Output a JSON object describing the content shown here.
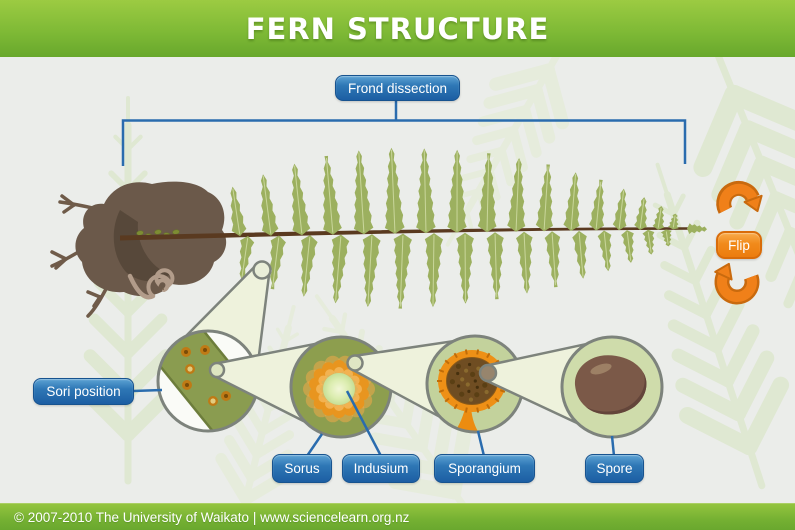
{
  "header": {
    "title": "FERN STRUCTURE"
  },
  "callouts": {
    "frond_dissection": "Frond dissection",
    "sori_position": "Sori position",
    "sorus": "Sorus",
    "indusium": "Indusium",
    "sporangium": "Sporangium",
    "spore": "Spore"
  },
  "controls": {
    "flip": "Flip"
  },
  "footer": {
    "credit": "© 2007-2010 The University of Waikato | www.sciencelearn.org.nz"
  },
  "colors": {
    "header_green_top": "#9ccb42",
    "header_green_bottom": "#68a82c",
    "content_bg": "#ebedea",
    "watermark_green": "#dfe8d2",
    "watermark_green_light": "#e6ecdc",
    "label_blue": "#2e77b5",
    "label_blue_border": "#17538f",
    "line_blue": "#2a6cae",
    "flip_orange": "#f08019",
    "flip_orange_dark": "#c96a0e",
    "frond_green": "#9cb05f",
    "frond_vein": "#c9d69b",
    "rachis_brown": "#5a3a20",
    "rhizome_brown": "#6b594a",
    "rhizome_dark": "#544537",
    "root_brown": "#6f5b49",
    "fiddlehead_beige": "#b29c8a",
    "bud_green": "#7e8c34",
    "circle_stroke": "#7d837c",
    "cone_fill": "#eef2dc",
    "circle1_fill": "#fafbf7",
    "circle2_fill": "#8d9e4e",
    "circle3_fill": "#c3d29c",
    "circle4_fill": "#cfdcab",
    "pinnule_band": "#8a9c50",
    "sorus_dot_orange": "#bf7a15",
    "sorus_ring_orange": "#e8951f",
    "sporangium_orange": "#ee9016",
    "sporangium_inner_brown": "#6f4d22",
    "spore_brown": "#7b5948",
    "spore_shadow": "#63453a",
    "spore_highlight": "#a18468"
  }
}
